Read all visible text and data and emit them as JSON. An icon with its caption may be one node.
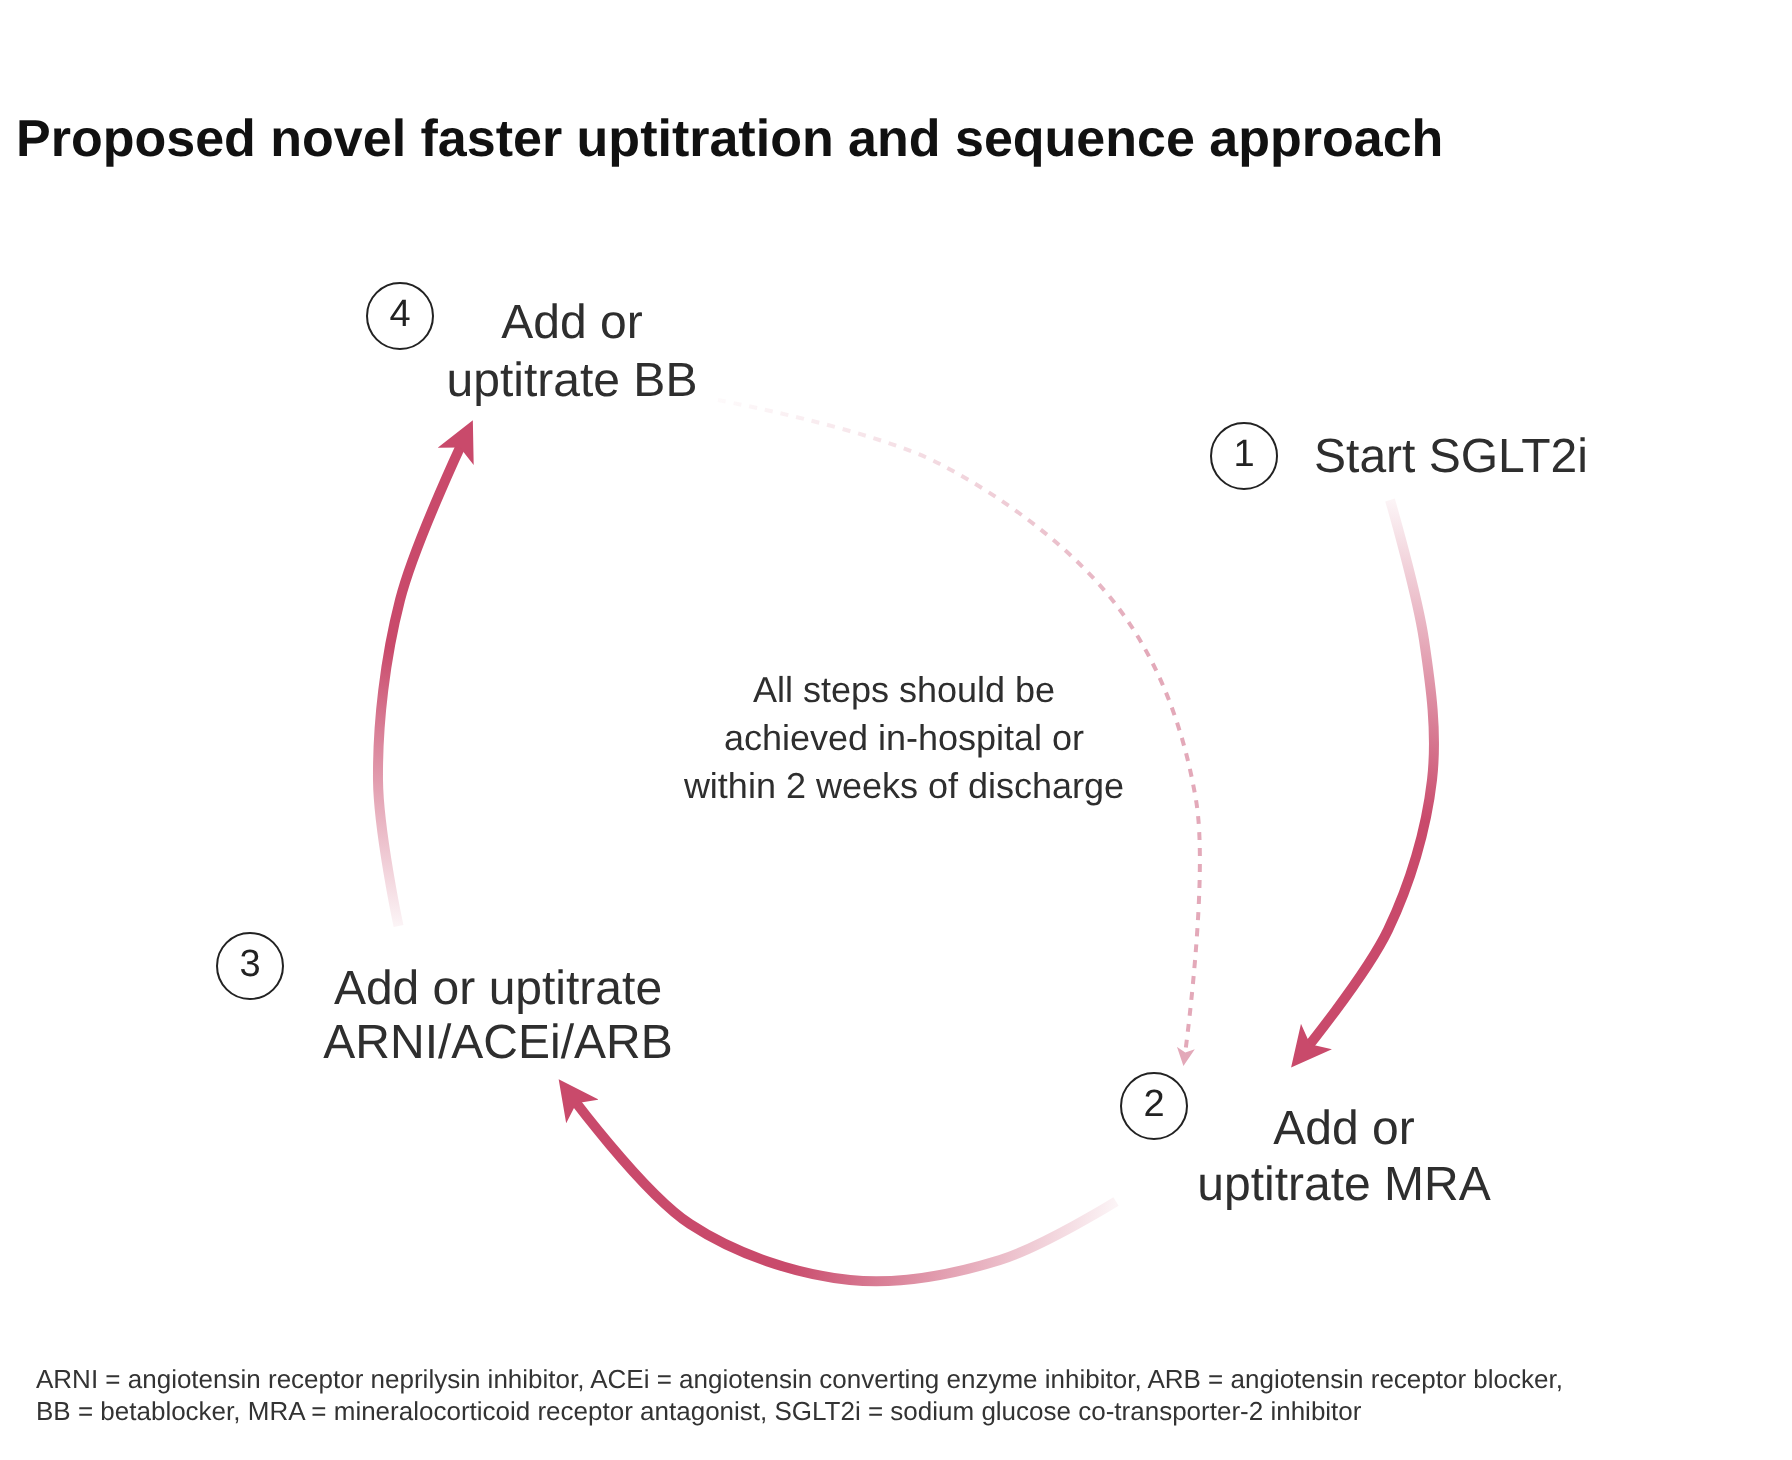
{
  "diagram": {
    "title": "Proposed novel faster uptitration and sequence approach",
    "nodes": [
      {
        "text": [
          "1",
          "Start SGLT2i"
        ]
      },
      {
        "text": [
          "2",
          "Add or uptitrate MRA"
        ]
      },
      {
        "text": [
          "3",
          "Add or uptitrate ARNI/ACEi/ARB"
        ]
      },
      {
        "text": [
          "4",
          "Add or uptitrate BB"
        ]
      }
    ],
    "edges": [
      {
        "from": 0,
        "to": 1,
        "arrow": "to"
      },
      {
        "from": 1,
        "to": 2,
        "arrow": "to"
      },
      {
        "from": 2,
        "to": 3,
        "arrow": "to"
      },
      {
        "from": 3,
        "to": 1,
        "arrow": "to",
        "style": "dashed",
        "color": "#e3a9b9"
      }
    ],
    "labels": [
      "All steps should be achieved in-hospital or within 2 weeks of discharge",
      "ARNI = angiotensin receptor neprilysin inhibitor, ACEi = angiotensin converting enzyme inhibitor, ARB = angiotensin receptor blocker, BB = betablocker, MRA = mineralocorticoid receptor antagonist, SGLT2i = sodium glucose co-transporter-2 inhibitor"
    ]
  }
}
